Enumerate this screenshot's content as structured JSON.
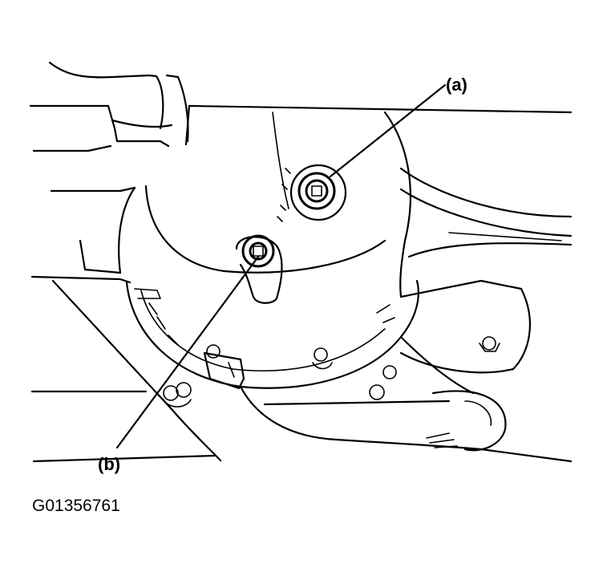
{
  "callouts": {
    "a": "(a)",
    "b": "(b)"
  },
  "figure_id": "G01356761",
  "colors": {
    "ink": "#000000",
    "paper": "#ffffff"
  }
}
